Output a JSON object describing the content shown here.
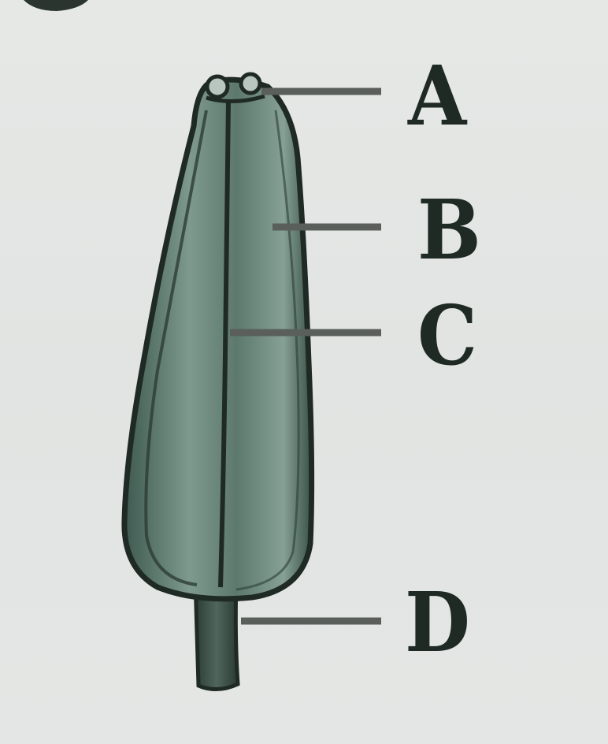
{
  "labels": {
    "a": "A",
    "b": "B",
    "c": "C",
    "d": "D"
  },
  "colors": {
    "background": "#e3e6e4",
    "ink": "#1f2a24",
    "body_fill": "#5f7b70",
    "body_light": "#8fa79c",
    "leader": "#5a5f5c"
  }
}
